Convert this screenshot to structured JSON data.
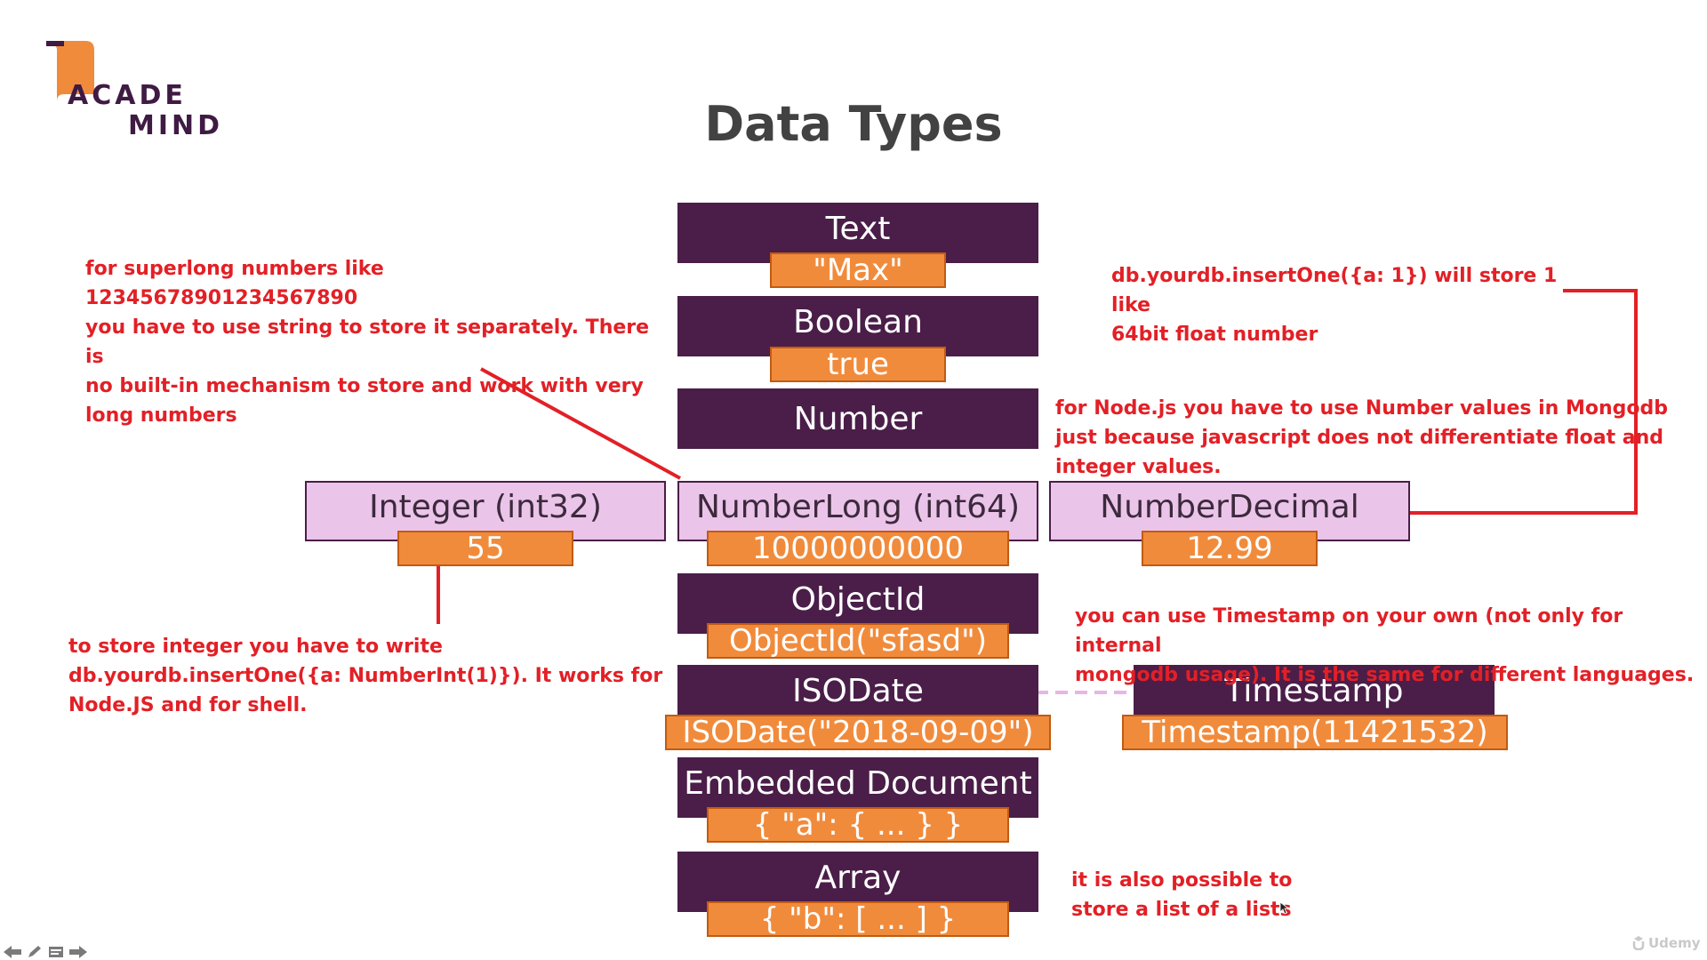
{
  "logo": {
    "line1": "ACADE",
    "line2": "MIND"
  },
  "title": "Data Types",
  "types": {
    "text": {
      "label": "Text",
      "value": "\"Max\""
    },
    "boolean": {
      "label": "Boolean",
      "value": "true"
    },
    "number": {
      "label": "Number"
    },
    "integer": {
      "label": "Integer (int32)",
      "value": "55"
    },
    "numberlong": {
      "label": "NumberLong (int64)",
      "value": "10000000000"
    },
    "numberdecimal": {
      "label": "NumberDecimal",
      "value": "12.99"
    },
    "objectid": {
      "label": "ObjectId",
      "value": "ObjectId(\"sfasd\")"
    },
    "isodate": {
      "label": "ISODate",
      "value": "ISODate(\"2018-09-09\")"
    },
    "timestamp": {
      "label": "Timestamp",
      "value": "Timestamp(11421532)"
    },
    "embedded": {
      "label": "Embedded Document",
      "value": "{ \"a\": { ... } }"
    },
    "array": {
      "label": "Array",
      "value": "{ \"b\": [ ... ] }"
    }
  },
  "notes": {
    "superlong": "for superlong numbers like 12345678901234567890\nyou have to use string to store it separately. There is\nno built-in mechanism to store and work with very\nlong numbers",
    "insertone_float": "db.yourdb.insertOne({a: 1}) will store 1 like\n64bit float number",
    "nodejs": "for Node.js you have to use Number values in Mongodb\njust because javascript does not differentiate float and\ninteger values.",
    "integer": "to store integer you have to write\ndb.yourdb.insertOne({a: NumberInt(1)}). It works for\nNode.JS and for shell.",
    "timestamp": "you can use Timestamp on your own (not only for internal\nmongodb usage). It is the same for different languages.",
    "array": "it is also possible to\nstore a list of a lists"
  },
  "watermark": "Udemy",
  "colors": {
    "dark_box": "#4a1e49",
    "light_box": "#ebc4ea",
    "value_box": "#f18b3c",
    "annotation": "#e22026",
    "dashed_link": "#e7b5e6"
  },
  "icons": [
    "arrow-left-icon",
    "pen-icon",
    "slides-icon",
    "arrow-right-icon"
  ]
}
